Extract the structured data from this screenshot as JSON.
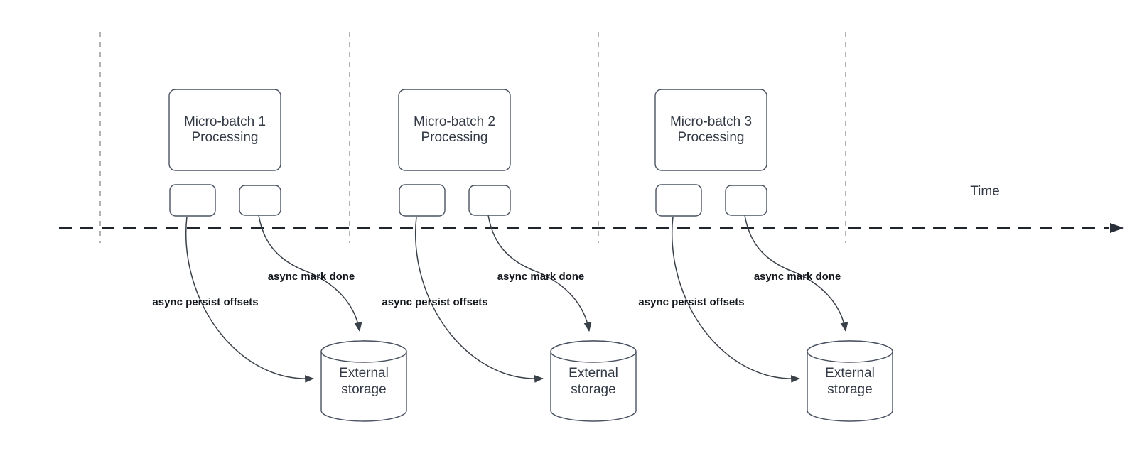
{
  "diagram": {
    "time_axis_label": "Time",
    "batches": [
      {
        "processing_label": "Micro-batch 1\nProcessing",
        "persist_arrow_label": "async persist offsets",
        "mark_done_arrow_label": "async mark done",
        "storage_label": "External\nstorage"
      },
      {
        "processing_label": "Micro-batch 2\nProcessing",
        "persist_arrow_label": "async persist offsets",
        "mark_done_arrow_label": "async mark done",
        "storage_label": "External\nstorage"
      },
      {
        "processing_label": "Micro-batch 3\nProcessing",
        "persist_arrow_label": "async persist offsets",
        "mark_done_arrow_label": "async mark done",
        "storage_label": "External\nstorage"
      }
    ],
    "colors": {
      "background": "#ffffff",
      "shape_fill": "#ffffff",
      "shape_stroke": "#4b5362",
      "shape_text": "#333a45",
      "arrow_stroke": "#3a4149",
      "arrow_label_text": "#14181e",
      "time_axis": "#20252c",
      "lane_divider": "#b3b3b3"
    }
  }
}
